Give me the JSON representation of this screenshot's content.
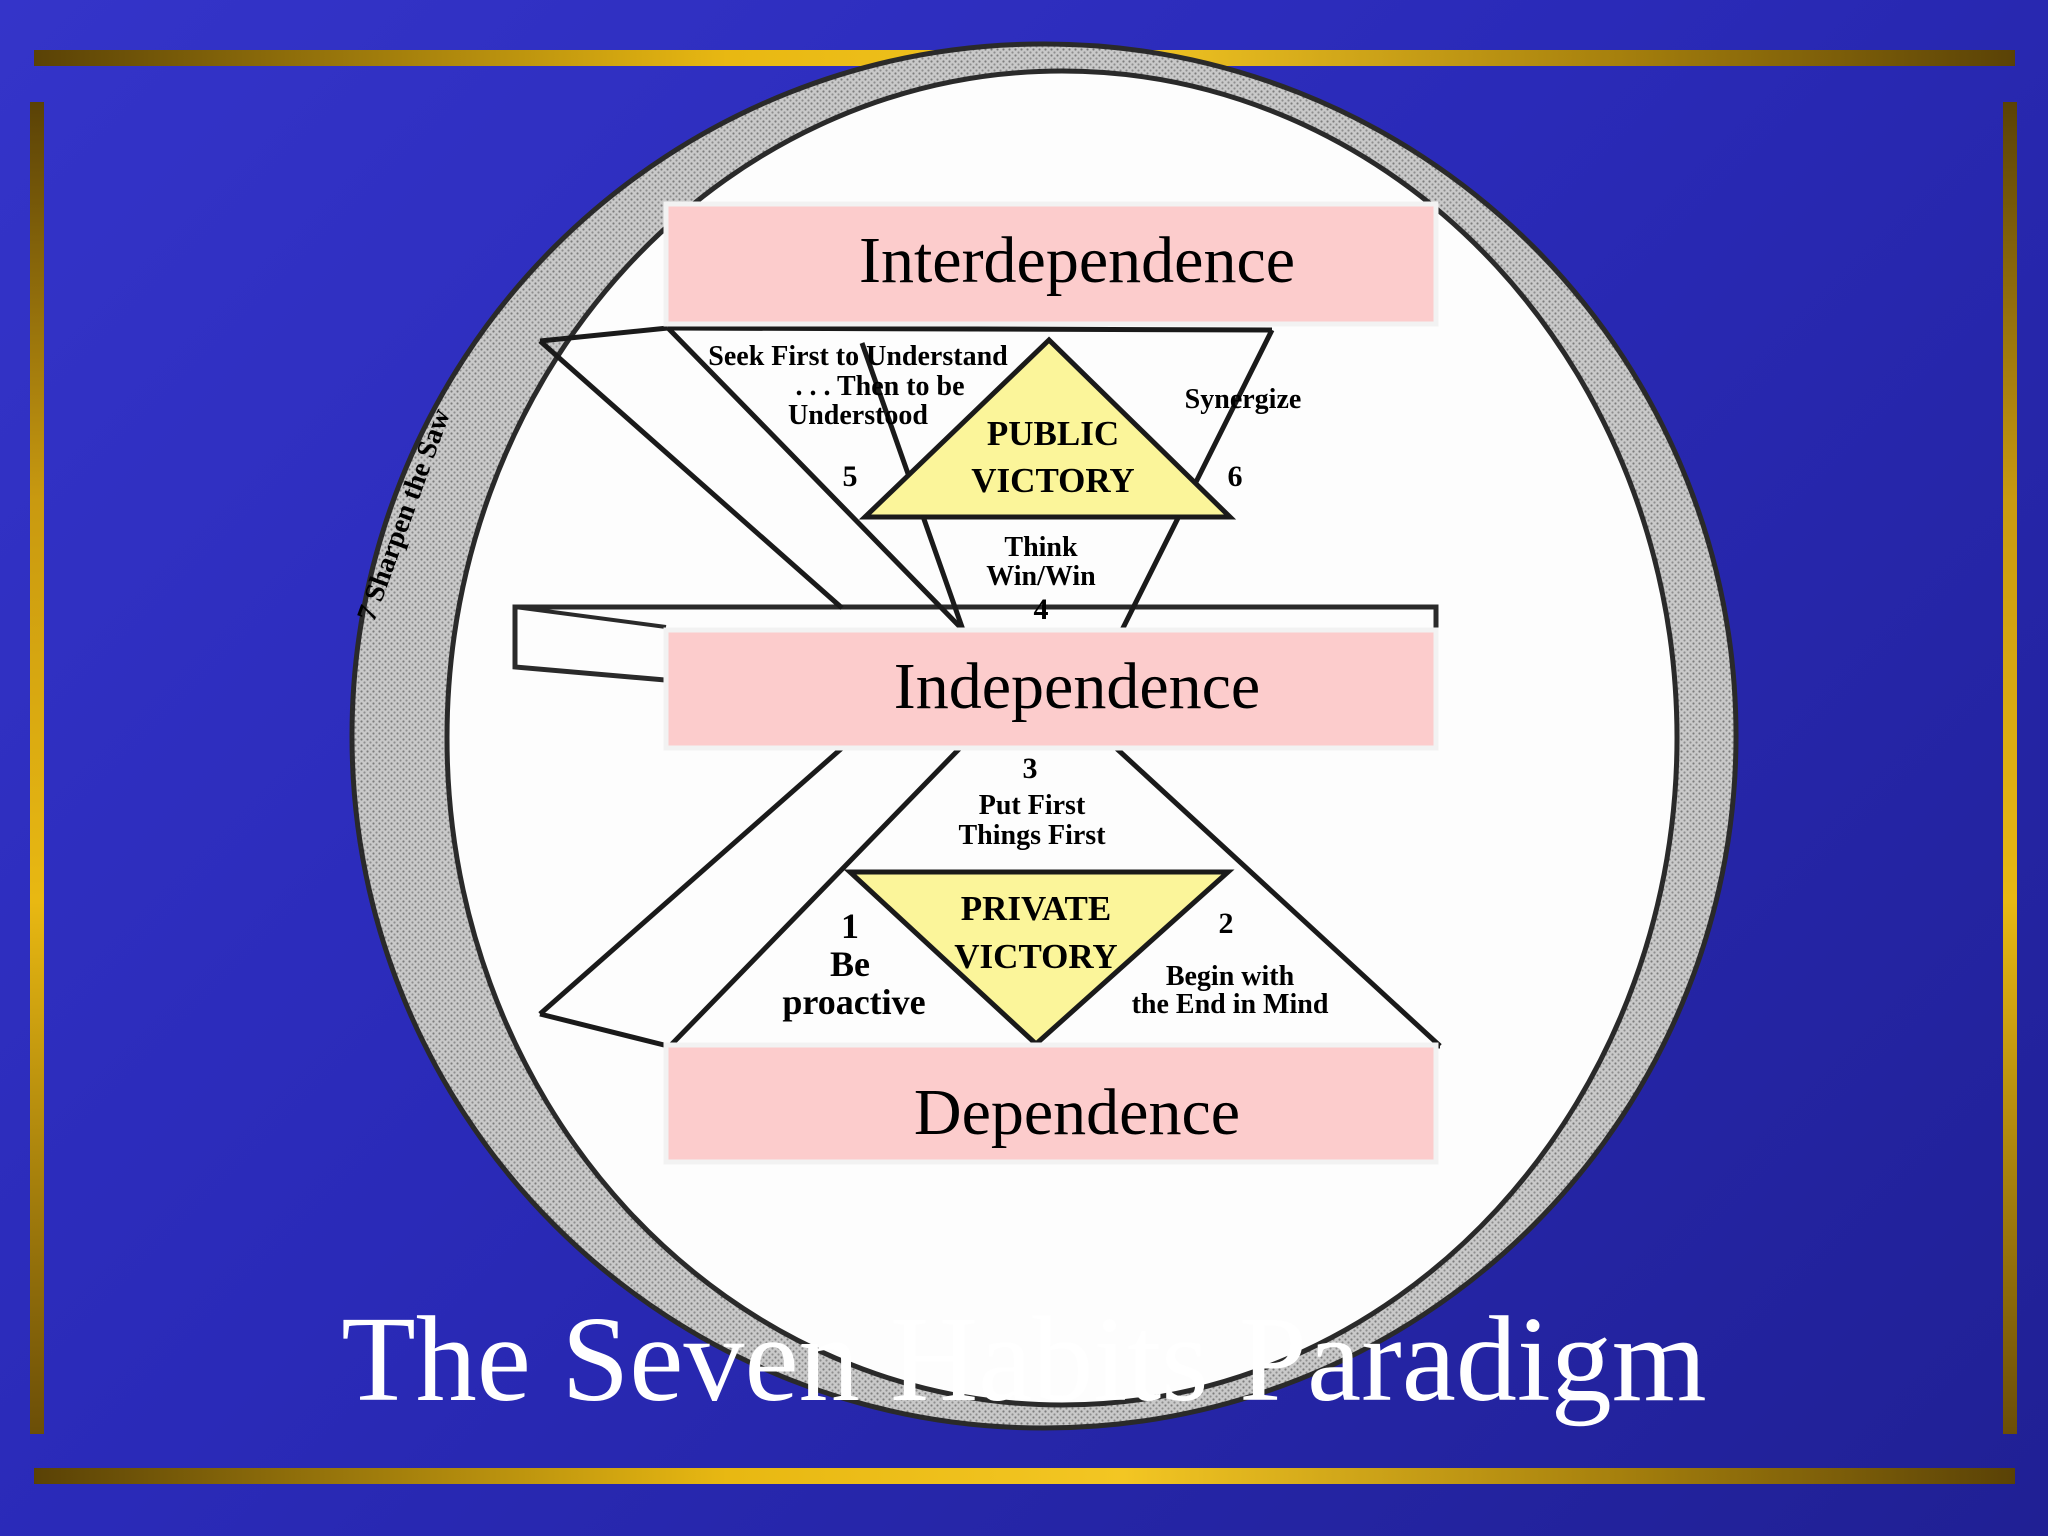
{
  "slide_title": "The Seven Habits Paradigm",
  "levels": {
    "top": "Interdependence",
    "middle": "Independence",
    "bottom": "Dependence"
  },
  "victories": {
    "public": [
      "PUBLIC",
      "VICTORY"
    ],
    "private": [
      "PRIVATE",
      "VICTORY"
    ]
  },
  "habits": {
    "h1": {
      "number": "1",
      "lines": [
        "Be",
        "proactive"
      ]
    },
    "h2": {
      "number": "2",
      "lines": [
        "Begin with",
        "the End in Mind"
      ]
    },
    "h3": {
      "number": "3",
      "lines": [
        "Put First",
        "Things First"
      ]
    },
    "h4": {
      "number": "4",
      "lines": [
        "Think",
        "Win/Win"
      ]
    },
    "h5": {
      "number": "5",
      "lines": [
        "Seek First to Understand",
        ". . . Then to be",
        "Understood"
      ]
    },
    "h6": {
      "number": "6",
      "lines": [
        "Synergize"
      ]
    },
    "h7": "7  Sharpen the Saw"
  },
  "colors": {
    "background": "#2c2cbc",
    "gold_frame": "#e8b812",
    "level_box": "#fccccc",
    "victory_triangle": "#fbf59a",
    "circle_fill": "#fdfdfd",
    "title_text": "#ffffff"
  }
}
